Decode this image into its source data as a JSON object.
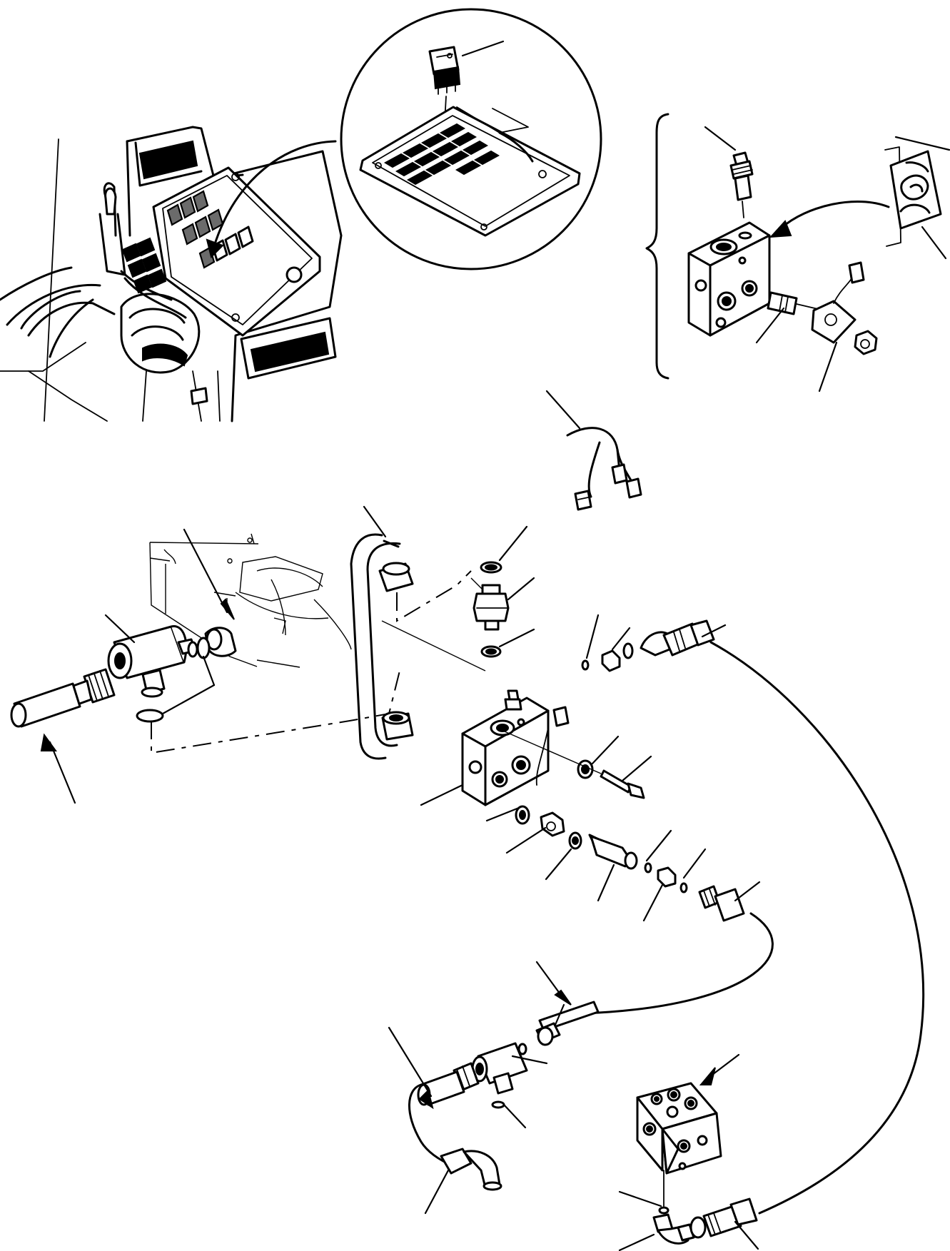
{
  "figure": {
    "ink_color": "#000000",
    "background_color": "#ffffff",
    "components": [
      "cab-console-view",
      "switch-panel-detail",
      "rocker-switch",
      "valve-block-assembly-detail",
      "wire-harness",
      "main-valve-block",
      "tee-fitting",
      "rigid-tube",
      "long-hose",
      "manifold-block"
    ]
  }
}
